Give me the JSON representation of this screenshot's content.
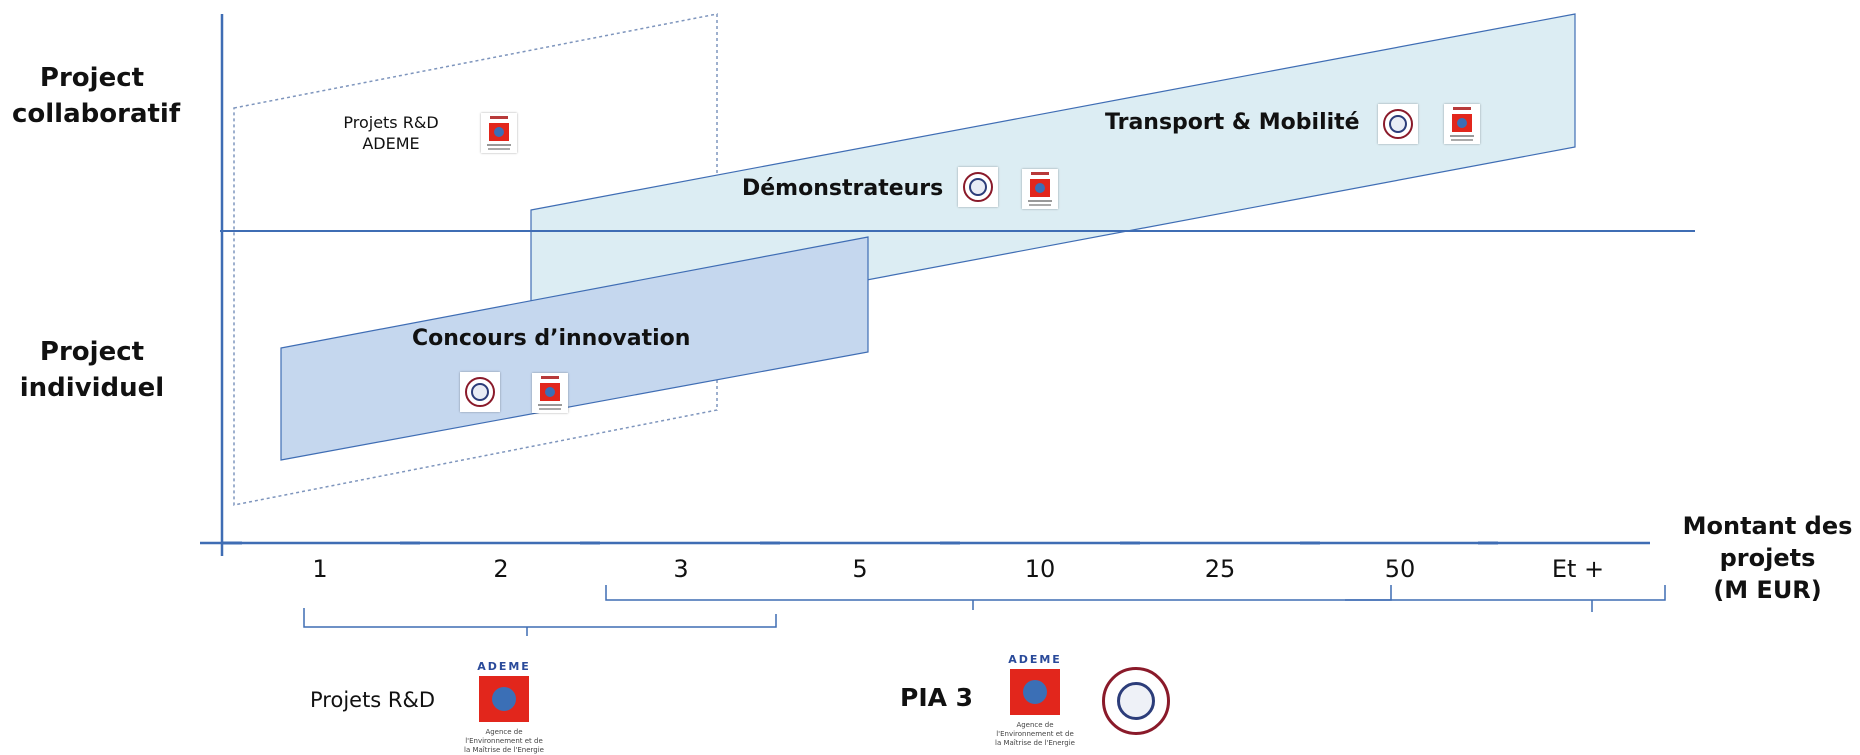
{
  "y_axis": {
    "top_label": "Project\ncollaboratif",
    "bottom_label": "Project\nindividuel"
  },
  "bands": {
    "rd": {
      "label": "Projets R&D\nADEME",
      "logos": [
        "ademe-logo"
      ]
    },
    "demo": {
      "label": "Démonstrateurs",
      "logos": [
        "investissements-avenir-logo",
        "ademe-logo"
      ]
    },
    "transport": {
      "label": "Transport & Mobilité",
      "logos": [
        "investissements-avenir-logo",
        "ademe-logo"
      ]
    },
    "concours": {
      "label": "Concours d’innovation",
      "logos": [
        "investissements-avenir-logo",
        "ademe-logo"
      ]
    }
  },
  "x_axis": {
    "ticks": [
      "1",
      "2",
      "3",
      "5",
      "10",
      "25",
      "50",
      "Et +"
    ],
    "title": "Montant des\nprojets\n(M EUR)"
  },
  "programs": {
    "rd": {
      "label": "Projets R&D"
    },
    "pia": {
      "label": "PIA 3"
    }
  },
  "logos": {
    "ademe_word": "ADEME",
    "ademe_caption": "Agence de l'Environnement et de la Maîtrise de l'Energie"
  },
  "colors": {
    "axis": "#3f6db4",
    "band_light": "#dcedf3",
    "band_mid": "#c5d7ee",
    "band_border": "#3f6db4",
    "dashed": "#7e95bd",
    "ademe_red": "#e2261c"
  }
}
